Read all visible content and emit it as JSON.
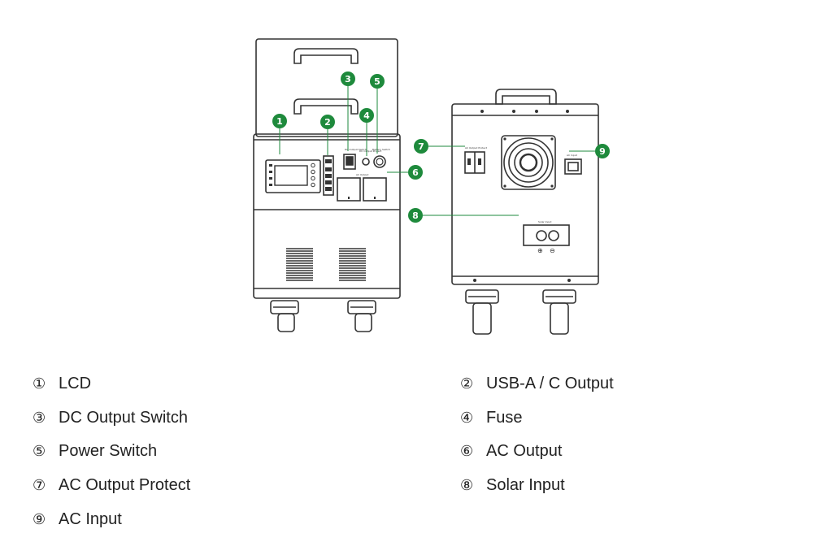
{
  "colors": {
    "accent": "#1e8a3c",
    "outline": "#333333",
    "panel": "#f4f4f4"
  },
  "front_panel": {
    "dc_switch_label": "DC Output Switch",
    "fuse_label": "DC Output Protect",
    "power_switch_label": "Battery Switch",
    "ac_output_label": "AC Output"
  },
  "rear_panel": {
    "ac_protect_label": "AC Output Protect",
    "ac_input_label": "AC Input",
    "solar_label": "Solar Input",
    "positive_symbol": "⊕",
    "negative_symbol": "⊖"
  },
  "callouts": [
    {
      "num": "1",
      "label": "LCD"
    },
    {
      "num": "2",
      "label": "USB-A / C Output"
    },
    {
      "num": "3",
      "label": "DC Output Switch"
    },
    {
      "num": "4",
      "label": "Fuse"
    },
    {
      "num": "5",
      "label": "Power Switch"
    },
    {
      "num": "6",
      "label": "AC Output"
    },
    {
      "num": "7",
      "label": "AC Output Protect"
    },
    {
      "num": "8",
      "label": "Solar Input"
    },
    {
      "num": "9",
      "label": "AC Input"
    }
  ],
  "legend": [
    {
      "symbol": "①",
      "label": "LCD"
    },
    {
      "symbol": "②",
      "label": "USB-A / C Output"
    },
    {
      "symbol": "③",
      "label": "DC Output Switch"
    },
    {
      "symbol": "④",
      "label": "Fuse"
    },
    {
      "symbol": "⑤",
      "label": "Power Switch"
    },
    {
      "symbol": "⑥",
      "label": "AC Output"
    },
    {
      "symbol": "⑦",
      "label": "AC Output Protect"
    },
    {
      "symbol": "⑧",
      "label": "Solar Input"
    },
    {
      "symbol": "⑨",
      "label": "AC Input"
    }
  ]
}
